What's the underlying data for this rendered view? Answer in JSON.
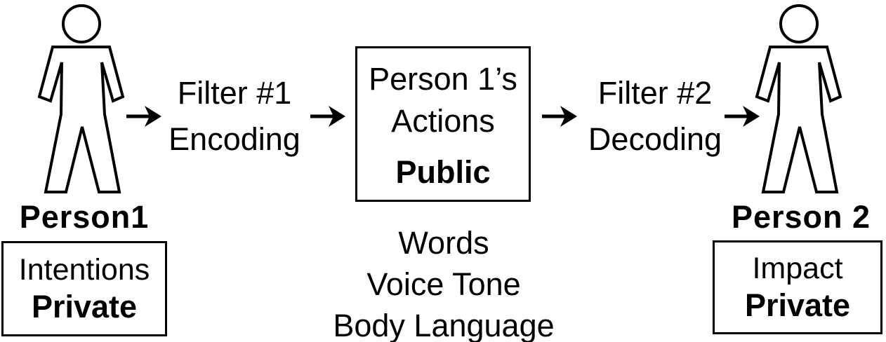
{
  "diagram": {
    "title_hint": "interpersonal communication model",
    "colors": {
      "ink": "#000000",
      "background": "#ffffff"
    },
    "person1": {
      "label": "Person1",
      "box": {
        "line1": "Intentions",
        "line2": "Private"
      }
    },
    "filter1": {
      "line1": "Filter #1",
      "line2": "Encoding"
    },
    "actions_box": {
      "line1": "Person 1’s",
      "line2": "Actions",
      "line3": "Public"
    },
    "filter2": {
      "line1": "Filter #2",
      "line2": "Decoding"
    },
    "person2": {
      "label": "Person 2",
      "box": {
        "line1": "Impact",
        "line2": "Private"
      }
    },
    "channels": [
      "Words",
      "Voice Tone",
      "Body Language"
    ],
    "icons": {
      "person": "person-figure-icon",
      "arrow": "arrow-right-icon"
    }
  }
}
